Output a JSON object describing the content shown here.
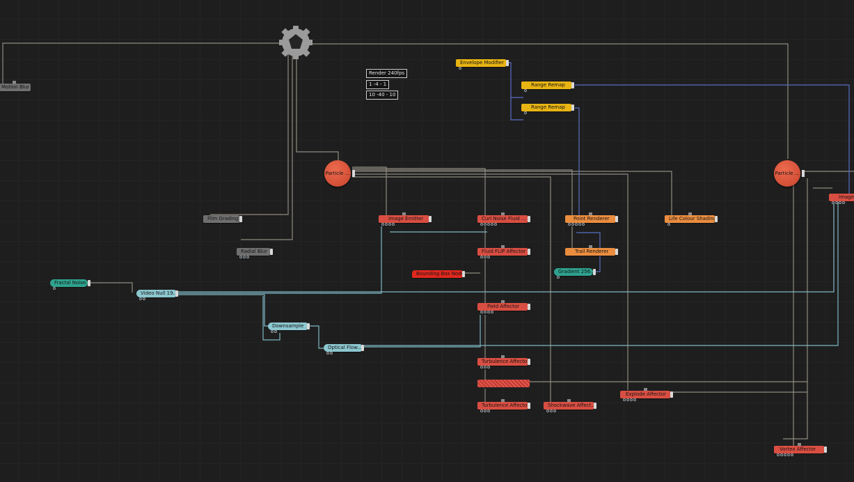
{
  "nodes": {
    "motion_blur": "Motion Blur",
    "film_grading": "Film Grading",
    "radial_blur": "Radial Blur",
    "fractal_noise": "Fractal Noise...",
    "video_null": "Video Null 19...",
    "downsample": "Downsample",
    "optical_flow": "Optical Flow...",
    "particle_1": "Particle ...",
    "particle_2": "Particle ...",
    "image_emitter": "Image Emitter",
    "curl_noise": "Curl Noise Fluid ...",
    "point_renderer": "Point Renderer",
    "life_colour": "Life Colour Shading",
    "fluid_flip": "Fluid FLIP Affector",
    "trail_renderer": "Trail Renderer",
    "bounding_box": "Bounding Box Node",
    "gradient": "Gradient 256...",
    "field_affector": "Field Affector",
    "turbulence_1": "Turbulence Affector",
    "turbulence_2": "Turbulence Affector",
    "shockwave": "Shockwave Affect...",
    "explode": "Explode Affector",
    "vortex": "Vortex Affector",
    "image_right": "Image",
    "envelope": "Envelope Modifier",
    "range_remap_1": "Range Remap",
    "range_remap_2": "Range Remap"
  },
  "info": {
    "render": "Render 240fps",
    "range_a": "1 -4 - 1",
    "range_b": "10 -40 - 10"
  },
  "colors": {
    "background": "#1e1e1e",
    "particle_nodes": "#e2783a",
    "affector_nodes": "#d94e42",
    "post_nodes": "#6f6f6f",
    "modifier_nodes": "#e8b413",
    "video_nodes": "#8cc7cf",
    "generator_nodes": "#2ea28e"
  },
  "icons": [
    "root-gear-icon"
  ]
}
